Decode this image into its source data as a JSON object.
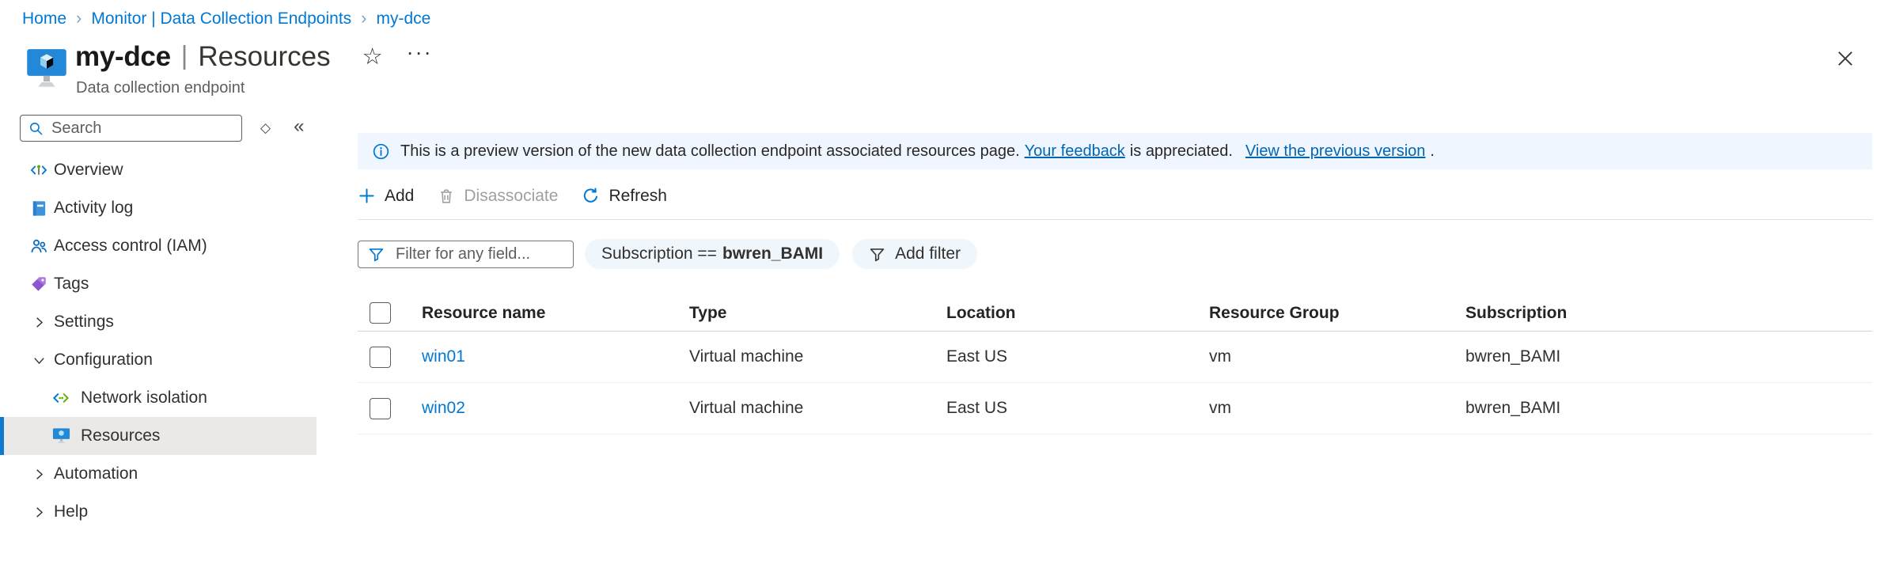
{
  "breadcrumb": {
    "items": [
      "Home",
      "Monitor | Data Collection Endpoints",
      "my-dce"
    ]
  },
  "header": {
    "resource_name": "my-dce",
    "separator": "|",
    "section": "Resources",
    "subtitle": "Data collection endpoint"
  },
  "sidebar": {
    "search_placeholder": "Search",
    "items": [
      {
        "label": "Overview"
      },
      {
        "label": "Activity log"
      },
      {
        "label": "Access control (IAM)"
      },
      {
        "label": "Tags"
      },
      {
        "label": "Settings"
      },
      {
        "label": "Configuration"
      },
      {
        "label": "Network isolation"
      },
      {
        "label": "Resources"
      },
      {
        "label": "Automation"
      },
      {
        "label": "Help"
      }
    ]
  },
  "banner": {
    "text_before": "This is a preview version of the new data collection endpoint associated resources page.",
    "link_feedback": "Your feedback",
    "text_middle": "is appreciated.",
    "link_previous": "View the previous version",
    "text_after": "."
  },
  "toolbar": {
    "add": "Add",
    "disassociate": "Disassociate",
    "refresh": "Refresh"
  },
  "filters": {
    "placeholder": "Filter for any field...",
    "pill_field": "Subscription ==",
    "pill_value": "bwren_BAMI",
    "add_filter": "Add filter"
  },
  "table": {
    "headers": [
      "Resource name",
      "Type",
      "Location",
      "Resource Group",
      "Subscription"
    ],
    "rows": [
      {
        "name": "win01",
        "type": "Virtual machine",
        "location": "East US",
        "resource_group": "vm",
        "subscription": "bwren_BAMI"
      },
      {
        "name": "win02",
        "type": "Virtual machine",
        "location": "East US",
        "resource_group": "vm",
        "subscription": "bwren_BAMI"
      }
    ]
  },
  "colors": {
    "accent": "#0078d4",
    "banner_bg": "#f0f6ff",
    "pill_bg": "#eff6fc",
    "selected_item_bg": "#ebe9e8",
    "link": "#0078d4"
  }
}
